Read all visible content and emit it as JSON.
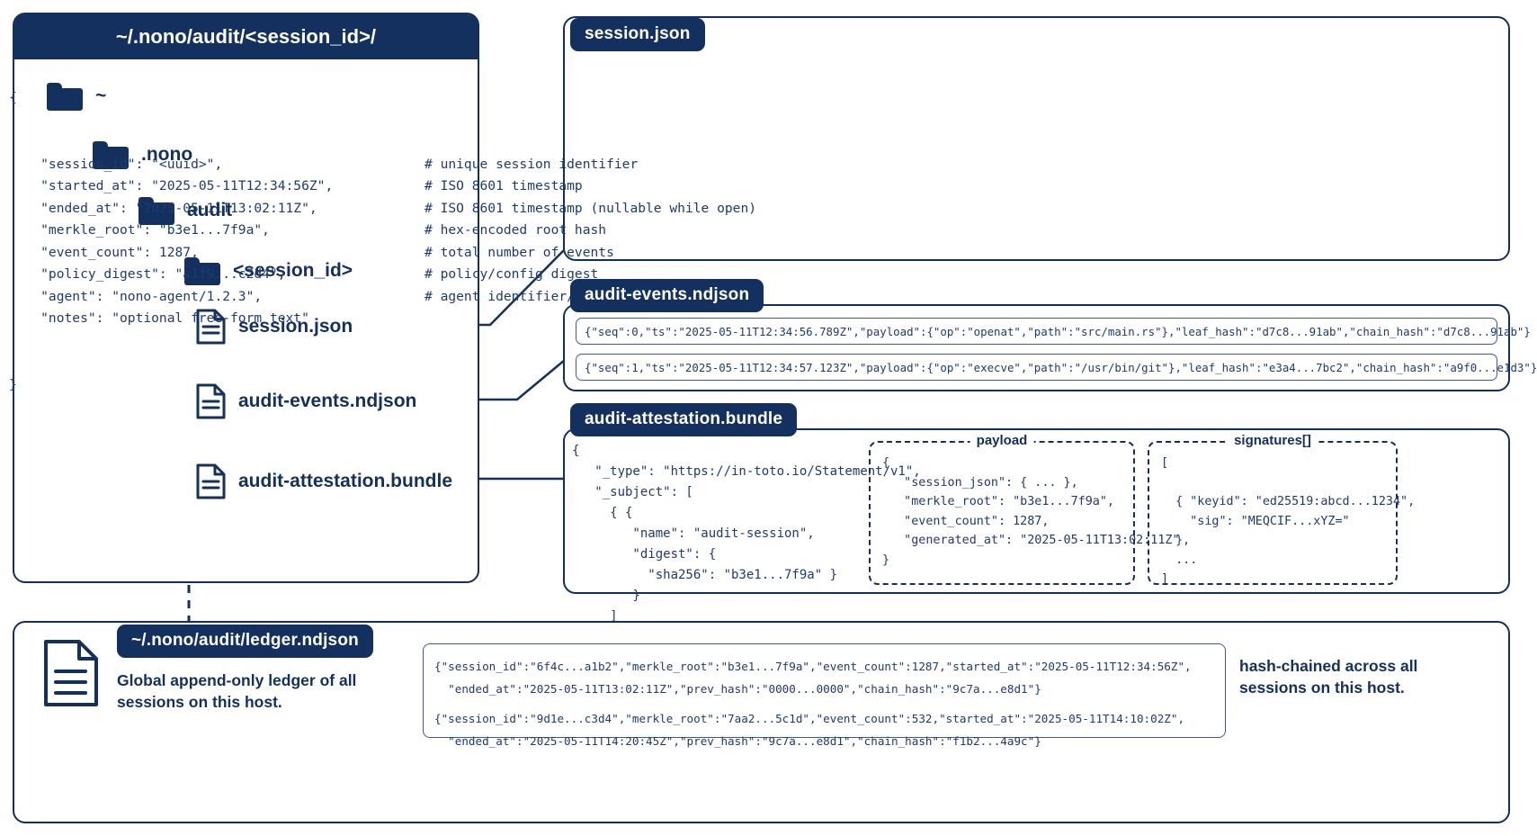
{
  "colors": {
    "navy": "#14305e",
    "code_blue": "#1d3b73",
    "panel_border": "#12305f",
    "white": "#ffffff"
  },
  "tree": {
    "title": "~/.nono/audit/<session_id>/",
    "nodes": [
      {
        "label": "~",
        "icon": "folder-icon",
        "depth": 0,
        "type": "folder"
      },
      {
        "label": ".nono",
        "icon": "folder-icon",
        "depth": 1,
        "type": "folder"
      },
      {
        "label": "audit",
        "icon": "folder-icon",
        "depth": 2,
        "type": "folder"
      },
      {
        "label": "<session_id>",
        "icon": "folder-icon",
        "depth": 3,
        "type": "folder"
      },
      {
        "label": "session.json",
        "icon": "file-icon",
        "depth": 4,
        "type": "file"
      },
      {
        "label": "audit-events.ndjson",
        "icon": "file-icon",
        "depth": 4,
        "type": "file"
      },
      {
        "label": "audit-attestation.bundle",
        "icon": "file-icon",
        "depth": 4,
        "type": "file"
      }
    ]
  },
  "session_json": {
    "tab": "session.json",
    "open_brace": "{",
    "close_brace": "}",
    "rows": [
      {
        "code": "    \"session_id\": \"<uuid>\",",
        "comment": "# unique session identifier"
      },
      {
        "code": "    \"started_at\": \"2025-05-11T12:34:56Z\",",
        "comment": "# ISO 8601 timestamp"
      },
      {
        "code": "    \"ended_at\": \"2025-05-11T13:02:11Z\",",
        "comment": "# ISO 8601 timestamp (nullable while open)"
      },
      {
        "code": "    \"merkle_root\": \"b3e1...7f9a\",",
        "comment": "# hex-encoded root hash"
      },
      {
        "code": "    \"event_count\": 1287,",
        "comment": "# total number of events"
      },
      {
        "code": "    \"policy_digest\": \"a1f9...c2d4\",",
        "comment": "# policy/config digest"
      },
      {
        "code": "    \"agent\": \"nono-agent/1.2.3\",",
        "comment": "# agent identifier/version"
      },
      {
        "code": "    \"notes\": \"optional free-form text\"",
        "comment": ""
      }
    ]
  },
  "ndjson": {
    "tab": "audit-events.ndjson",
    "lines": [
      "{\"seq\":0,\"ts\":\"2025-05-11T12:34:56.789Z\",\"payload\":{\"op\":\"openat\",\"path\":\"src/main.rs\"},\"leaf_hash\":\"d7c8...91ab\",\"chain_hash\":\"d7c8...91ab\"}",
      "{\"seq\":1,\"ts\":\"2025-05-11T12:34:57.123Z\",\"payload\":{\"op\":\"execve\",\"path\":\"/usr/bin/git\"},\"leaf_hash\":\"e3a4...7bc2\",\"chain_hash\":\"a9f0...e1d3\"}"
    ]
  },
  "attestation": {
    "tab": "audit-attestation.bundle",
    "statement": "{\n   \"_type\": \"https://in-toto.io/Statement/v1\",\n   \"_subject\": [\n     { {\n        \"name\": \"audit-session\",\n        \"digest\": {\n          \"sha256\": \"b3e1...7f9a\" }\n        }\n     ]\n}",
    "payload_box": {
      "title": "payload",
      "code": "{\n   \"session_json\": { ... },\n   \"merkle_root\": \"b3e1...7f9a\",\n   \"event_count\": 1287,\n   \"generated_at\": \"2025-05-11T13:02:11Z\"\n}"
    },
    "signatures_box": {
      "title": "signatures[]",
      "code": "[\n\n  { \"keyid\": \"ed25519:abcd...1234\",\n    \"sig\": \"MEQCIF...xYZ=\"\n  },\n  ...\n]"
    }
  },
  "ledger": {
    "tab": "~/.nono/audit/ledger.ndjson",
    "description": "Global append-only ledger of all sessions on this host.",
    "icon": "document-icon",
    "entries": [
      "{\"session_id\":\"6f4c...a1b2\",\"merkle_root\":\"b3e1...7f9a\",\"event_count\":1287,\"started_at\":\"2025-05-11T12:34:56Z\",\n  \"ended_at\":\"2025-05-11T13:02:11Z\",\"prev_hash\":\"0000...0000\",\"chain_hash\":\"9c7a...e8d1\"}",
      "{\"session_id\":\"9d1e...c3d4\",\"merkle_root\":\"7aa2...5c1d\",\"event_count\":532,\"started_at\":\"2025-05-11T14:10:02Z\",\n  \"ended_at\":\"2025-05-11T14:20:45Z\",\"prev_hash\":\"9c7a...e8d1\",\"chain_hash\":\"f1b2...4a9c\"}"
    ],
    "note": "hash-chained across all sessions on this host."
  }
}
